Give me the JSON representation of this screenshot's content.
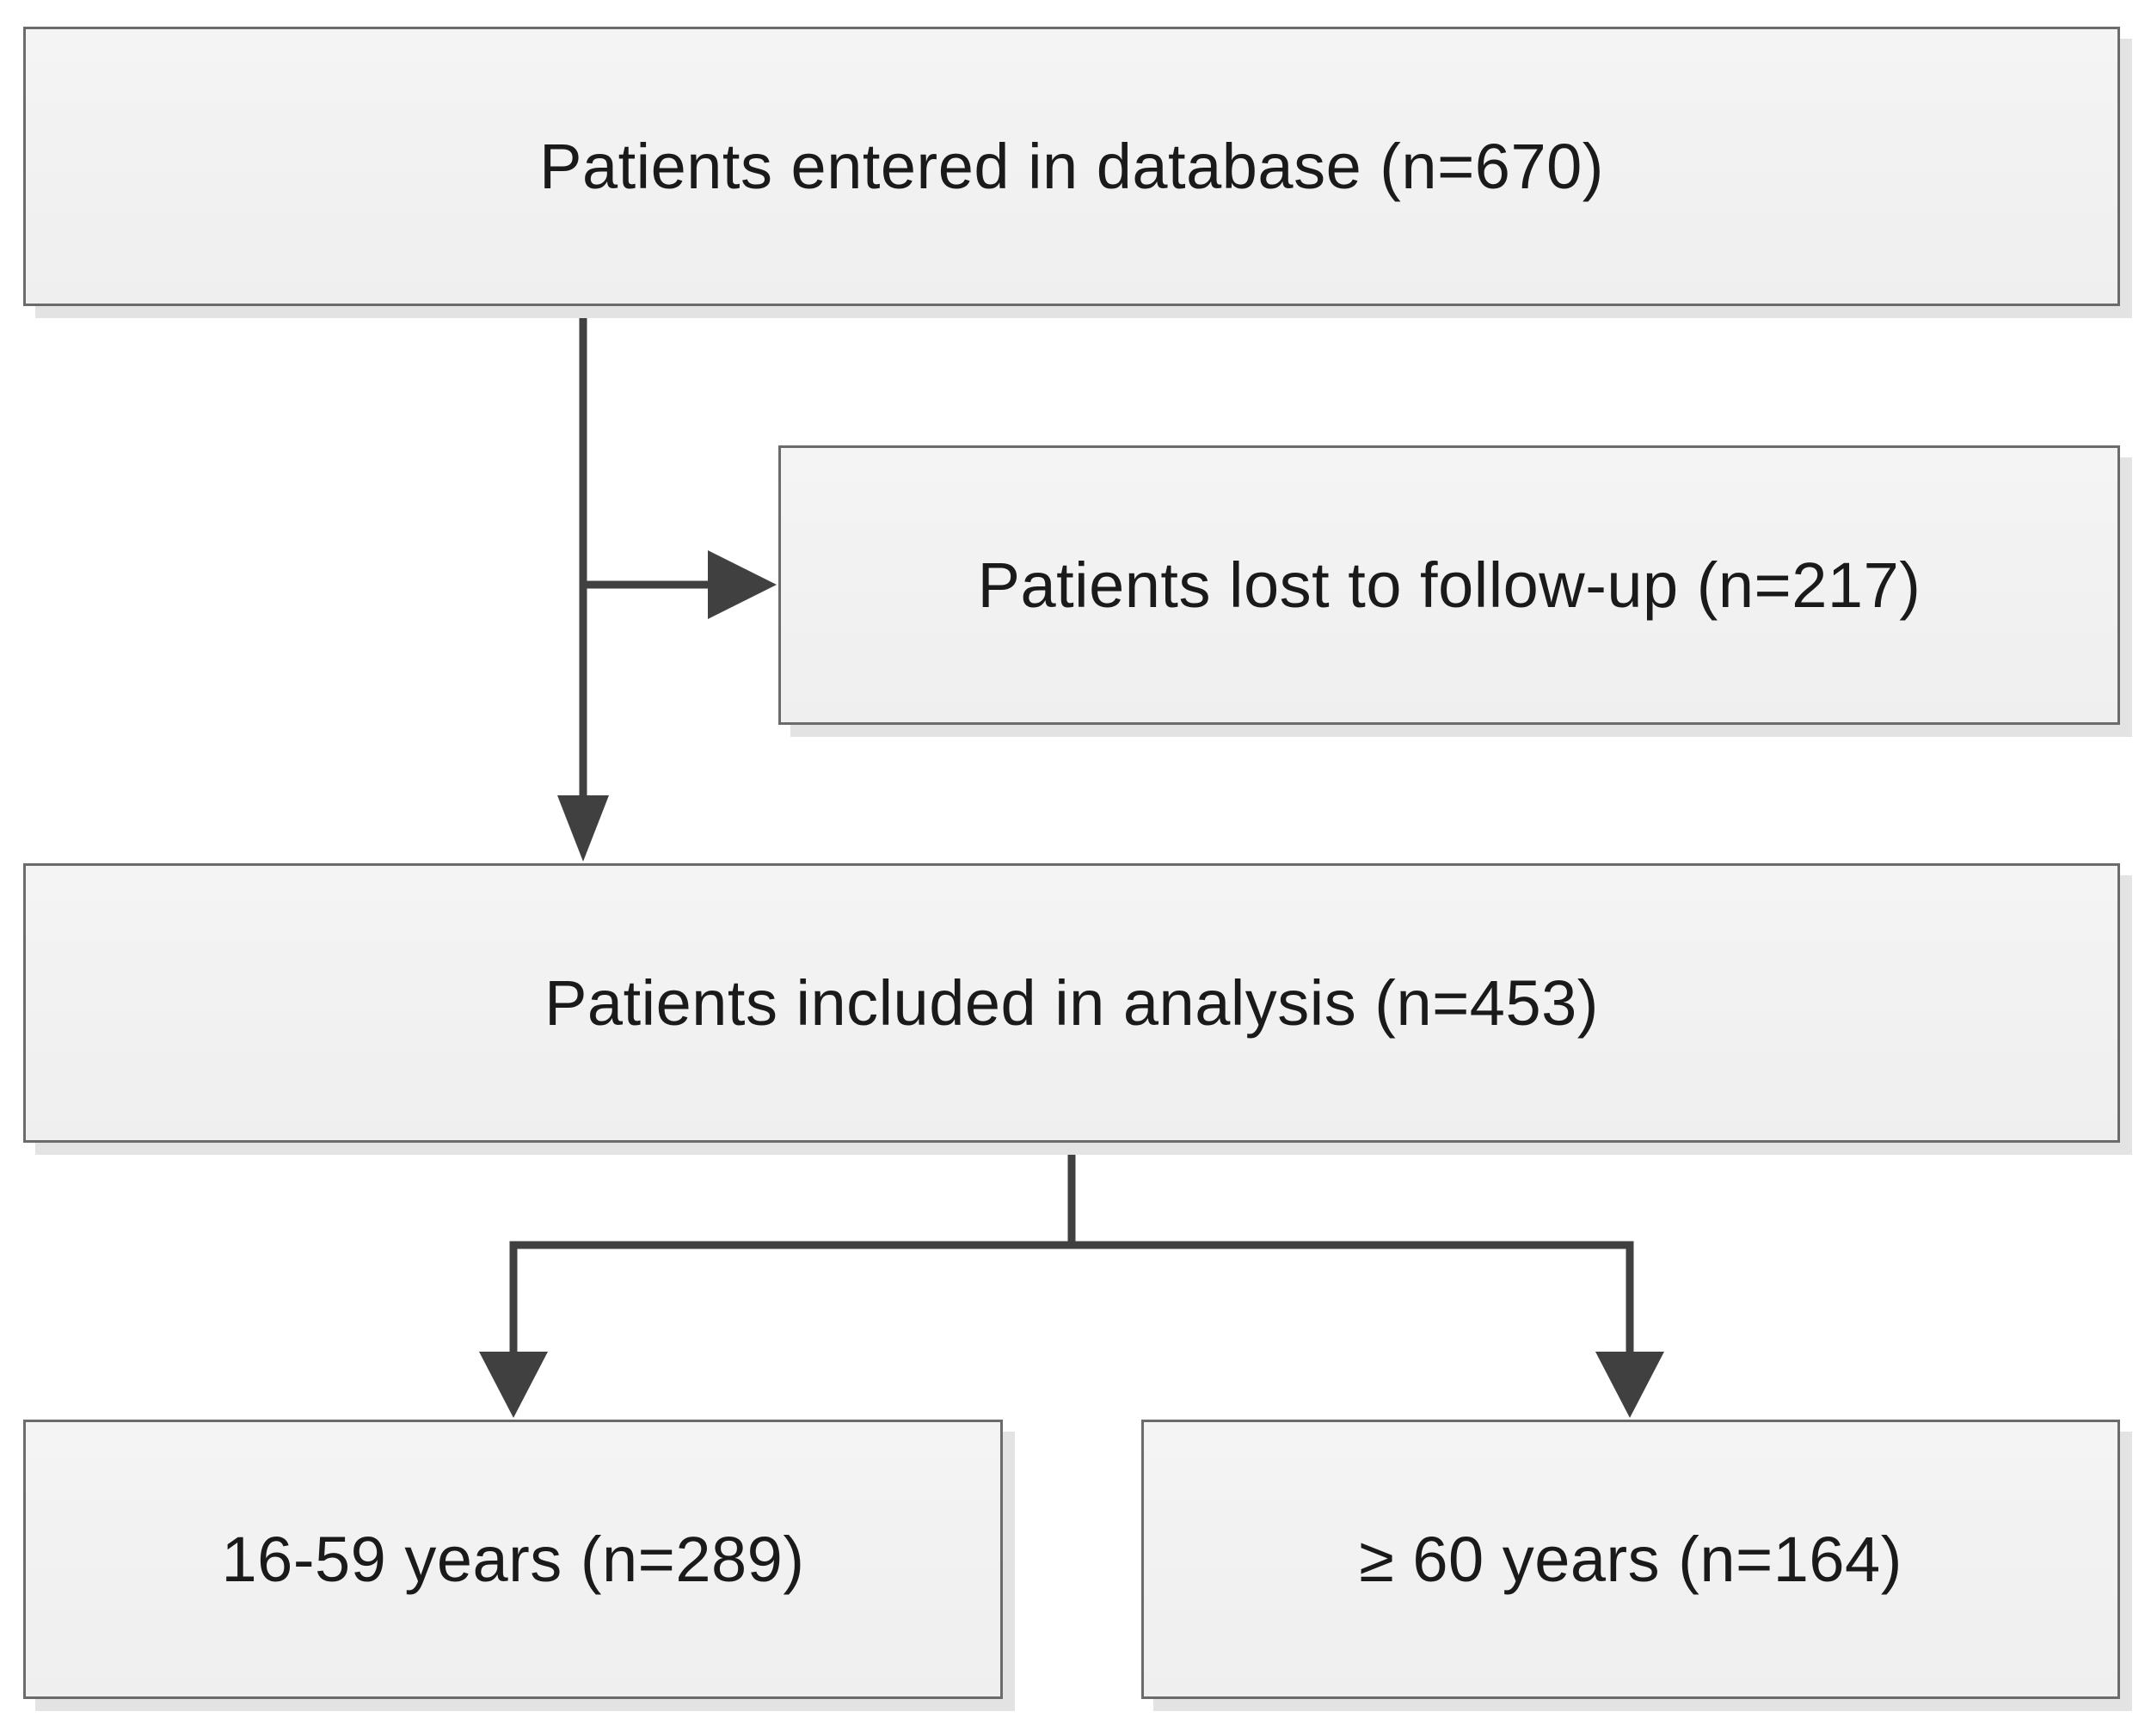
{
  "flowchart": {
    "nodes": {
      "database": "Patients entered in database (n=670)",
      "lost": "Patients lost to follow-up (n=217)",
      "included": "Patients included in analysis (n=453)",
      "young": "16-59 years (n=289)",
      "old": "≥ 60 years (n=164)"
    },
    "edges": [
      {
        "from": "database",
        "to": "included"
      },
      {
        "from": "database",
        "to": "lost"
      },
      {
        "from": "included",
        "to": "young"
      },
      {
        "from": "included",
        "to": "old"
      }
    ],
    "colors": {
      "box_fill": "#f2f2f2",
      "box_border": "#6b6b6b",
      "shadow": "#e3e3e3",
      "connector": "#404040",
      "text": "#1a1a1a"
    }
  }
}
